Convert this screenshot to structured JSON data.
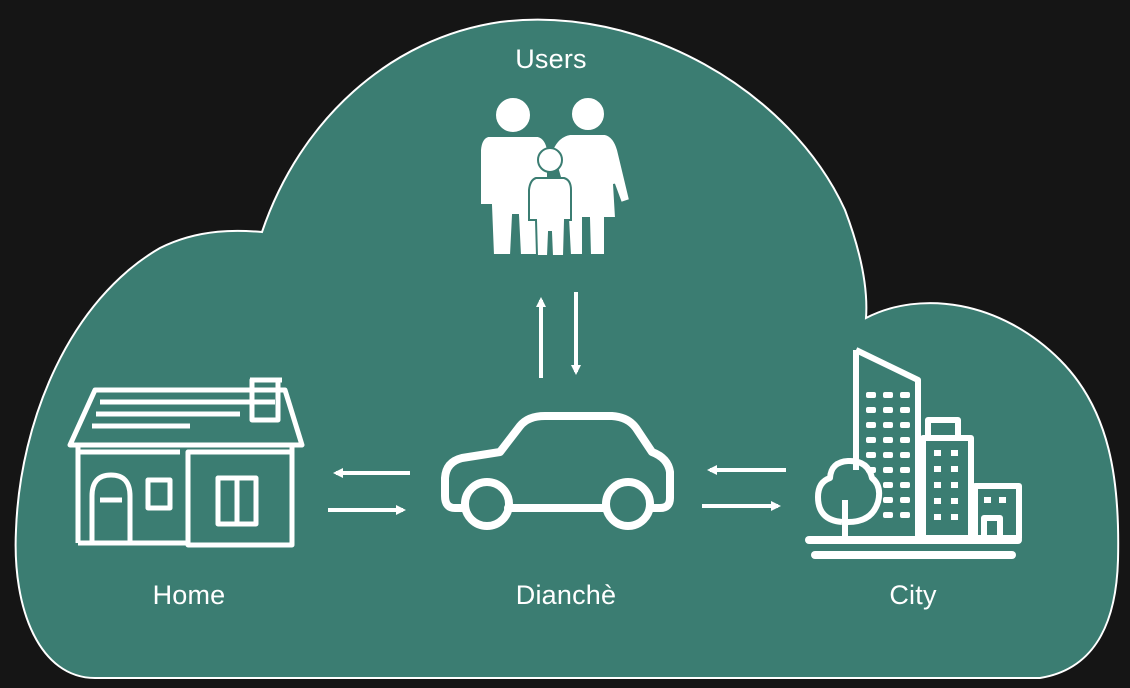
{
  "diagram": {
    "colors": {
      "background": "#151515",
      "cloud_fill": "#3b7d72",
      "cloud_stroke": "#ffffff",
      "icon": "#ffffff"
    },
    "nodes": {
      "users": {
        "label": "Users",
        "icon": "family-icon"
      },
      "home": {
        "label": "Home",
        "icon": "house-icon"
      },
      "car": {
        "label": "Dianchè",
        "icon": "car-icon"
      },
      "city": {
        "label": "City",
        "icon": "city-buildings-icon"
      }
    },
    "connections": [
      {
        "between": [
          "users",
          "car"
        ],
        "direction": "bidirectional"
      },
      {
        "between": [
          "home",
          "car"
        ],
        "direction": "bidirectional"
      },
      {
        "between": [
          "car",
          "city"
        ],
        "direction": "bidirectional"
      }
    ]
  }
}
